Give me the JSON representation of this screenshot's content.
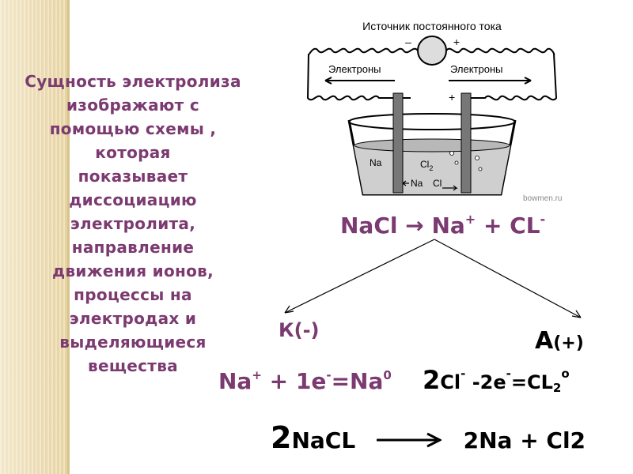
{
  "description_lines": [
    "Сущность электролиза",
    "изображают  с",
    "помощью схемы ,",
    "которая",
    "показывает",
    "диссоциацию",
    "электролита,",
    "направление",
    "движения ионов,",
    "процессы на",
    "электродах и",
    "выделяющиеся",
    "вещества"
  ],
  "apparatus": {
    "source_label": "Источник постоянного тока",
    "electrons_left": "Электроны",
    "electrons_right": "Электроны",
    "minus_sign": "–",
    "plus_sign": "+",
    "ion_na": "Na",
    "ion_cl2": "Cl",
    "ion_cl2_sub": "2",
    "ion_na_plus": "Na",
    "ion_cl_minus": "Cl",
    "watermark": "bowmen.ru"
  },
  "dissociation": {
    "lhs": "NaCl",
    "arrow": "→",
    "na": "Na",
    "na_charge": "+",
    "plus": "+",
    "cl": "CL",
    "cl_charge": "-"
  },
  "cathode": {
    "label": "К(-)"
  },
  "anode": {
    "letter": "А",
    "sign": "(+)"
  },
  "cathode_eq": {
    "na": "Na",
    "na_charge": "+",
    "mid": " + 1e",
    "e_charge": "-",
    "eq": "=Na",
    "product_charge": "0"
  },
  "anode_eq": {
    "coef": "2",
    "cl": "Cl",
    "cl_charge": "-",
    "mid": " -2e",
    "e_charge": "-",
    "eq": "=CL",
    "sub": "2",
    "product_charge": "o"
  },
  "overall_eq": {
    "coef": "2",
    "reactant": "NaCL",
    "products": "2Na + Cl2"
  },
  "colors": {
    "accent": "#7b3a70",
    "text": "#000000",
    "stripe": "#ecdcb4"
  }
}
